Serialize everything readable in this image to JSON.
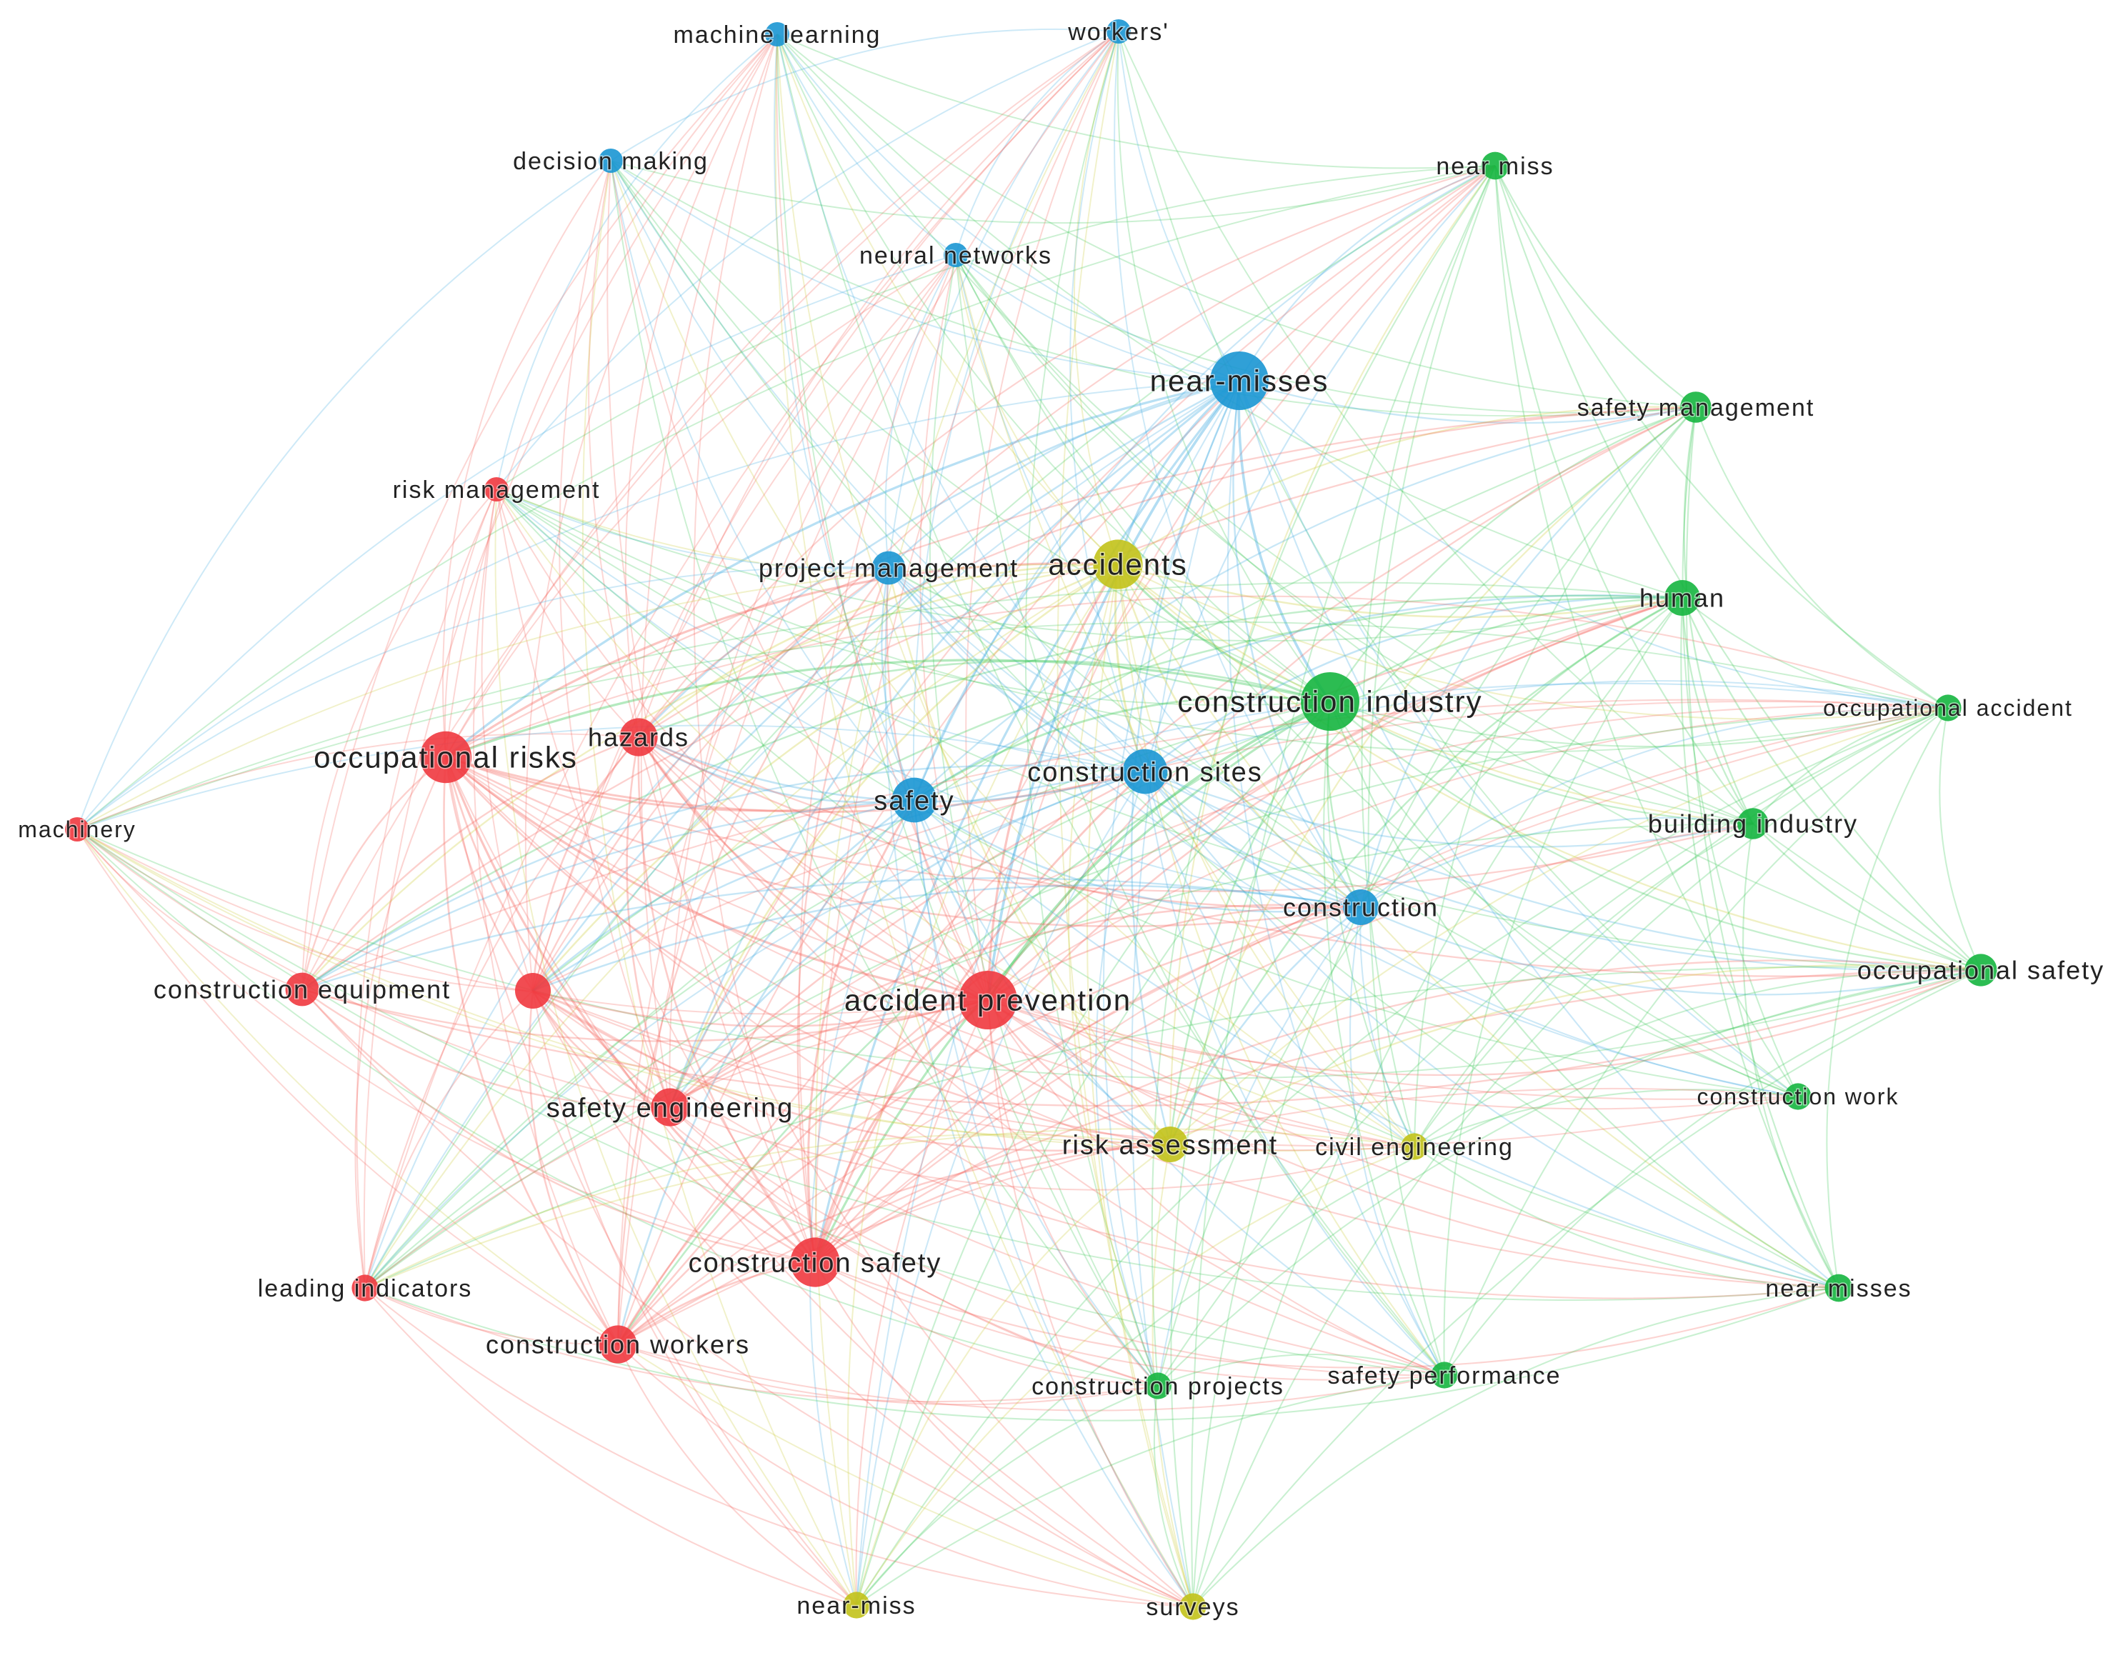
{
  "clusters": {
    "red": "#f0383f",
    "green": "#15b53f",
    "blue": "#1a96d3",
    "yellow": "#c2c219"
  },
  "link_colors": {
    "red": "#f5665f",
    "green": "#3ec95a",
    "blue": "#48aee2",
    "yellow": "#cdcd3c"
  },
  "nodes": [
    {
      "id": "machine-learning",
      "label": "machine learning",
      "cluster": "blue",
      "weight": 1
    },
    {
      "id": "workers",
      "label": "workers'",
      "cluster": "blue",
      "weight": 1
    },
    {
      "id": "decision-making",
      "label": "decision making",
      "cluster": "blue",
      "weight": 1
    },
    {
      "id": "near-miss-green",
      "label": "near miss",
      "cluster": "green",
      "weight": 1.3
    },
    {
      "id": "neural-networks",
      "label": "neural networks",
      "cluster": "blue",
      "weight": 1
    },
    {
      "id": "near-misses-blue",
      "label": "near-misses",
      "cluster": "blue",
      "weight": 4
    },
    {
      "id": "safety-management",
      "label": "safety management",
      "cluster": "green",
      "weight": 1.6
    },
    {
      "id": "risk-management",
      "label": "risk management",
      "cluster": "red",
      "weight": 1
    },
    {
      "id": "project-management",
      "label": "project management",
      "cluster": "blue",
      "weight": 1.8
    },
    {
      "id": "accidents",
      "label": "accidents",
      "cluster": "yellow",
      "weight": 3.2
    },
    {
      "id": "human",
      "label": "human",
      "cluster": "green",
      "weight": 2
    },
    {
      "id": "construction-industry",
      "label": "construction industry",
      "cluster": "green",
      "weight": 4
    },
    {
      "id": "occupational-accident",
      "label": "occupational accident",
      "cluster": "green",
      "weight": 1.2
    },
    {
      "id": "occupational-risks",
      "label": "occupational risks",
      "cluster": "red",
      "weight": 3.4
    },
    {
      "id": "hazards",
      "label": "hazards",
      "cluster": "red",
      "weight": 2.2
    },
    {
      "id": "safety",
      "label": "safety",
      "cluster": "blue",
      "weight": 2.8
    },
    {
      "id": "construction-sites",
      "label": "construction sites",
      "cluster": "blue",
      "weight": 2.8
    },
    {
      "id": "machinery",
      "label": "machinery",
      "cluster": "red",
      "weight": 1
    },
    {
      "id": "building-industry",
      "label": "building industry",
      "cluster": "green",
      "weight": 1.6
    },
    {
      "id": "construction",
      "label": "construction",
      "cluster": "blue",
      "weight": 2
    },
    {
      "id": "construction-equipment",
      "label": "construction equipment",
      "cluster": "red",
      "weight": 1.8
    },
    {
      "id": "unlabeled-red",
      "label": "",
      "cluster": "red",
      "weight": 2
    },
    {
      "id": "accident-prevention",
      "label": "accident prevention",
      "cluster": "red",
      "weight": 4
    },
    {
      "id": "occupational-safety",
      "label": "occupational safety",
      "cluster": "green",
      "weight": 1.7
    },
    {
      "id": "construction-work",
      "label": "construction work",
      "cluster": "green",
      "weight": 1.2
    },
    {
      "id": "safety-engineering",
      "label": "safety engineering",
      "cluster": "red",
      "weight": 2.2
    },
    {
      "id": "risk-assessment",
      "label": "risk assessment",
      "cluster": "yellow",
      "weight": 2
    },
    {
      "id": "civil-engineering",
      "label": "civil engineering",
      "cluster": "yellow",
      "weight": 1.2
    },
    {
      "id": "construction-safety",
      "label": "construction safety",
      "cluster": "red",
      "weight": 3.2
    },
    {
      "id": "leading-indicators",
      "label": "leading indicators",
      "cluster": "red",
      "weight": 1.2
    },
    {
      "id": "near-misses-green",
      "label": "near misses",
      "cluster": "green",
      "weight": 1.3
    },
    {
      "id": "construction-workers",
      "label": "construction workers",
      "cluster": "red",
      "weight": 2.2
    },
    {
      "id": "safety-performance",
      "label": "safety performance",
      "cluster": "green",
      "weight": 1.2
    },
    {
      "id": "construction-projects",
      "label": "construction projects",
      "cluster": "green",
      "weight": 1.2
    },
    {
      "id": "near-miss-yellow",
      "label": "near-miss",
      "cluster": "yellow",
      "weight": 1.2
    },
    {
      "id": "surveys",
      "label": "surveys",
      "cluster": "yellow",
      "weight": 1.2
    }
  ]
}
